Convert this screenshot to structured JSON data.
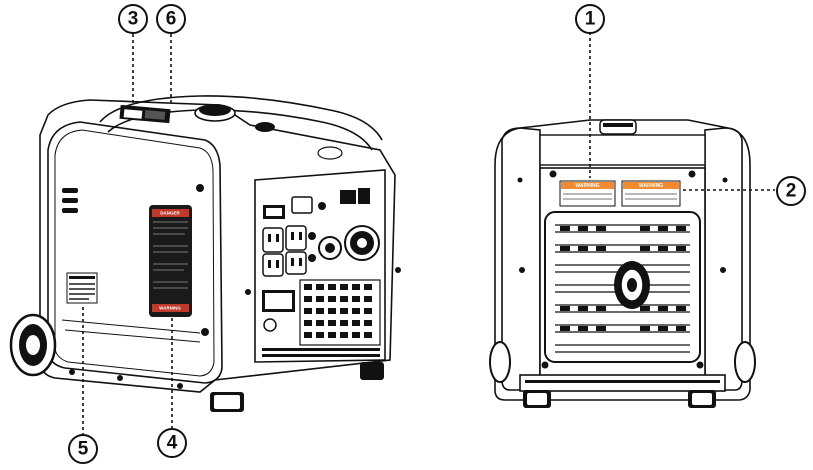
{
  "callouts": [
    {
      "id": "c1",
      "number": "1"
    },
    {
      "id": "c2",
      "number": "2"
    },
    {
      "id": "c3",
      "number": "3"
    },
    {
      "id": "c4",
      "number": "4"
    },
    {
      "id": "c5",
      "number": "5"
    },
    {
      "id": "c6",
      "number": "6"
    }
  ],
  "labels": {
    "warning_left": "WARNING",
    "warning_right": "WARNING",
    "danger_top": "DANGER",
    "danger_bottom": "WARNING"
  },
  "colors": {
    "line": "#111111",
    "warning_label": "#f28b30",
    "danger_panel": "#1a1a1a"
  }
}
